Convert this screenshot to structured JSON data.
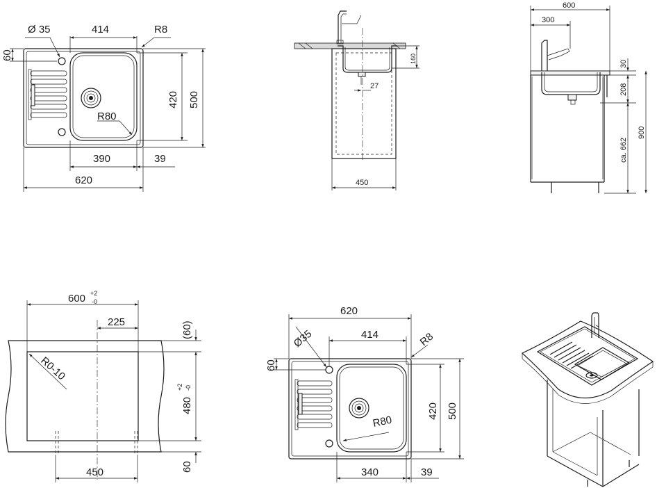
{
  "top_plan": {
    "dia_label": "Ø 35",
    "width_414": "414",
    "radius_r8": "R8",
    "left_60": "60",
    "height_420": "420",
    "height_500": "500",
    "radius_r80": "R80",
    "bowl_390": "390",
    "edge_39": "39",
    "total_620": "620"
  },
  "section": {
    "depth_160": "160",
    "drain_27": "27",
    "cabinet_450": "450"
  },
  "side_view": {
    "width_600": "600",
    "offset_300": "300",
    "rim_30": "30",
    "bowl_208": "208",
    "height_900": "900",
    "ca_662": "ca. 662"
  },
  "cutout": {
    "width_600": "600",
    "tol_plus": "+2",
    "tol_minus": "-0",
    "offset_225": "225",
    "top_60": "(60)",
    "depth_480": "480",
    "radius": "R0-10",
    "bottom_60": "60",
    "cabinet_450": "450"
  },
  "bottom_plan": {
    "total_620": "620",
    "dia_label": "Ø35",
    "width_414": "414",
    "radius_r8": "R8",
    "left_60": "60",
    "height_420": "420",
    "height_500": "500",
    "radius_r80": "R80",
    "bowl_340": "340",
    "edge_39": "39"
  },
  "colors": {
    "line": "#1a1a1a",
    "surface": "#f2f2f2",
    "background": "#ffffff"
  }
}
